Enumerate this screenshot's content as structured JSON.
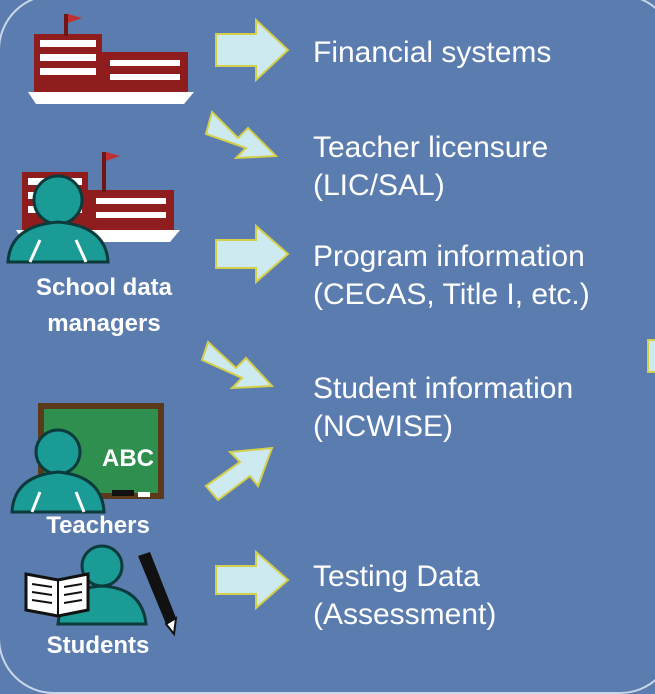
{
  "diagram": {
    "colors": {
      "background": "#5b7cae",
      "arrow_fill": "#cdeaf0",
      "arrow_stroke": "#d4cf4a",
      "text": "#ffffff",
      "building": "#8f1d1d",
      "person": "#1b9b96",
      "chalkboard": "#2f8f4e"
    },
    "roles": {
      "school_data_managers": "School data\nmanagers",
      "teachers": "Teachers",
      "students": "Students"
    },
    "icons": {
      "school_top": "school-building-icon",
      "school_manager": "school-building-icon",
      "manager": "person-icon",
      "teacher": "chalkboard-teacher-icon",
      "student": "student-reading-icon",
      "chalkboard_text": "ABC"
    },
    "systems": [
      {
        "line1": "Financial systems",
        "line2": ""
      },
      {
        "line1": "Teacher licensure",
        "line2": "(LIC/SAL)"
      },
      {
        "line1": "Program information",
        "line2": "(CECAS, Title I, etc.)"
      },
      {
        "line1": "Student information",
        "line2": "(NCWISE)"
      },
      {
        "line1": "Testing Data",
        "line2": "(Assessment)"
      }
    ]
  }
}
